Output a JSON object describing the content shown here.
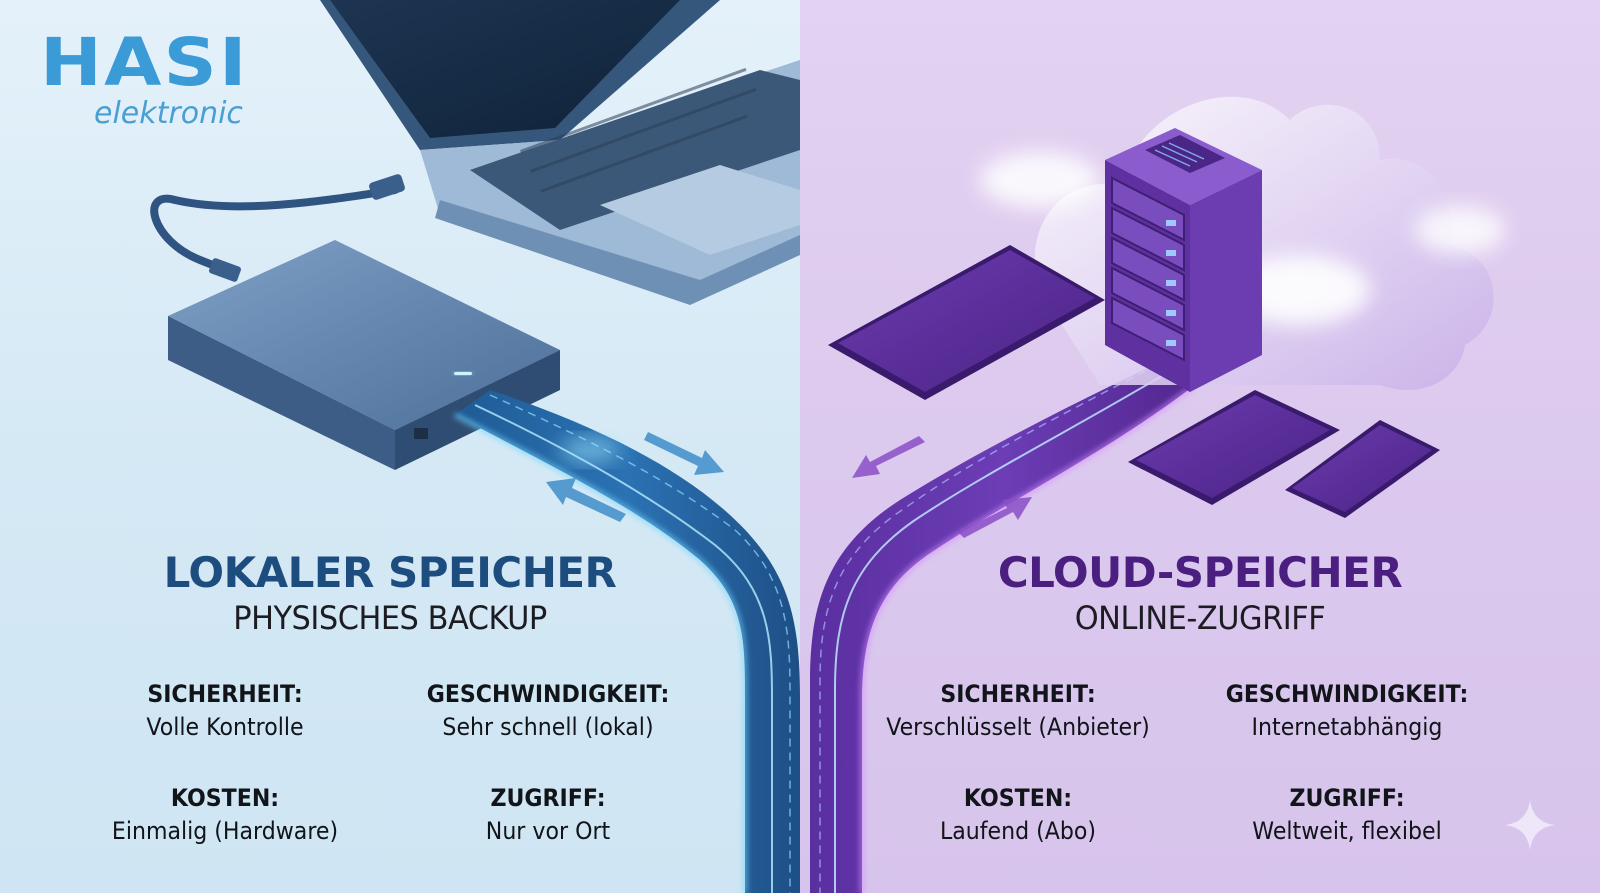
{
  "brand": {
    "name": "HASI",
    "tagline": "elektronic",
    "color": "#3a9bd6"
  },
  "panels": {
    "left": {
      "theme_color": "#1d4d7e",
      "background": "#d5e9f5",
      "title": "LOKALER SPEICHER",
      "subtitle": "PHYSISCHES BACKUP",
      "illustration": [
        "laptop-icon",
        "external-hard-drive-icon",
        "usb-cable-icon",
        "data-stream-icon",
        "bidirectional-arrows-icon"
      ],
      "features": [
        {
          "label": "SICHERHEIT:",
          "value": "Volle Kontrolle"
        },
        {
          "label": "GESCHWINDIGKEIT:",
          "value": "Sehr schnell (lokal)"
        },
        {
          "label": "KOSTEN:",
          "value": "Einmalig (Hardware)"
        },
        {
          "label": "ZUGRIFF:",
          "value": "Nur vor Ort"
        }
      ]
    },
    "right": {
      "theme_color": "#4b1f80",
      "background": "#dcc9ee",
      "title": "CLOUD-SPEICHER",
      "subtitle": "ONLINE-ZUGRIFF",
      "illustration": [
        "cloud-icon",
        "server-rack-icon",
        "tablet-icon",
        "smartphone-icon",
        "data-stream-icon",
        "bidirectional-arrows-icon"
      ],
      "features": [
        {
          "label": "SICHERHEIT:",
          "value": "Verschlüsselt (Anbieter)"
        },
        {
          "label": "GESCHWINDIGKEIT:",
          "value": "Internetabhängig"
        },
        {
          "label": "KOSTEN:",
          "value": "Laufend (Abo)"
        },
        {
          "label": "ZUGRIFF:",
          "value": "Weltweit, flexibel"
        }
      ]
    }
  },
  "watermark": "sparkle-icon"
}
